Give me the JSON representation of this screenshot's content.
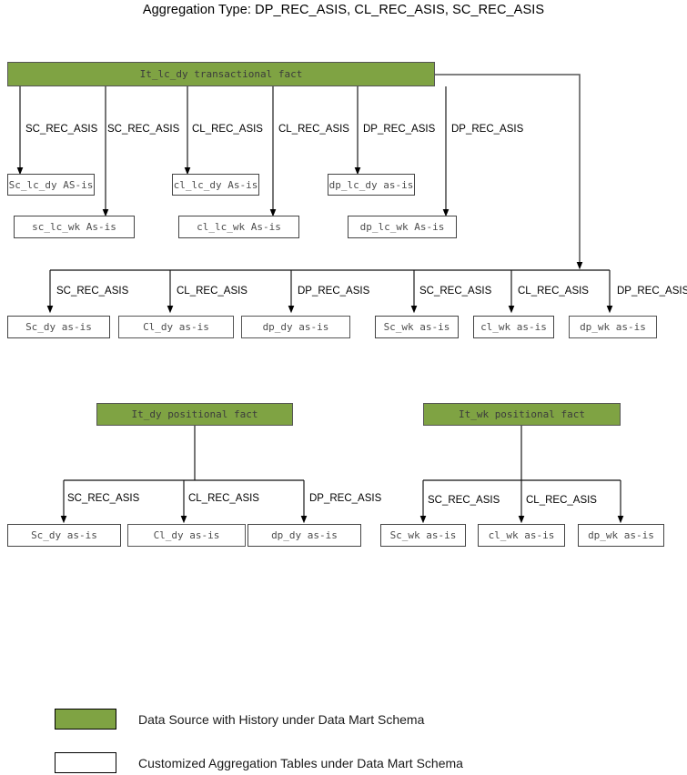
{
  "title": "Aggregation Type: DP_REC_ASIS, CL_REC_ASIS, SC_REC_ASIS",
  "colors": {
    "source_fill": "#7fa343",
    "table_fill": "#ffffff",
    "stroke": "#444444",
    "text": "#4d4d4d",
    "label_text": "#000000"
  },
  "sections": {
    "transactional": {
      "source": {
        "label": "It_lc_dy transactional fact",
        "kind": "source"
      },
      "level1_boxes": [
        {
          "label": "Sc_lc_dy AS-is"
        },
        {
          "label": "sc_lc_wk As-is"
        },
        {
          "label": "cl_lc_dy As-is"
        },
        {
          "label": "cl_lc_wk As-is"
        },
        {
          "label": "dp_lc_dy as-is"
        },
        {
          "label": "dp_lc_wk As-is"
        }
      ],
      "level1_edge_labels": [
        "SC_REC_ASIS",
        "SC_REC_ASIS",
        "CL_REC_ASIS",
        "CL_REC_ASIS",
        "DP_REC_ASIS",
        "DP_REC_ASIS"
      ],
      "level2_edge_labels": [
        "SC_REC_ASIS",
        "CL_REC_ASIS",
        "DP_REC_ASIS",
        "SC_REC_ASIS",
        "CL_REC_ASIS",
        "DP_REC_ASIS"
      ],
      "level2_boxes": [
        {
          "label": "Sc_dy as-is"
        },
        {
          "label": "Cl_dy as-is"
        },
        {
          "label": "dp_dy as-is"
        },
        {
          "label": "Sc_wk as-is"
        },
        {
          "label": "cl_wk as-is"
        },
        {
          "label": "dp_wk as-is"
        }
      ]
    },
    "positional_dy": {
      "source": {
        "label": "It_dy positional fact",
        "kind": "source"
      },
      "edge_labels": [
        "SC_REC_ASIS",
        "CL_REC_ASIS",
        "DP_REC_ASIS"
      ],
      "boxes": [
        {
          "label": "Sc_dy as-is"
        },
        {
          "label": "Cl_dy as-is"
        },
        {
          "label": "dp_dy as-is"
        }
      ]
    },
    "positional_wk": {
      "source": {
        "label": "It_wk positional fact",
        "kind": "source"
      },
      "edge_labels": [
        "SC_REC_ASIS",
        "CL_REC_ASIS"
      ],
      "boxes": [
        {
          "label": "Sc_wk as-is"
        },
        {
          "label": "cl_wk as-is"
        },
        {
          "label": "dp_wk as-is"
        }
      ]
    }
  },
  "legend": [
    {
      "swatch": "green",
      "text": "Data Source with History under Data Mart Schema"
    },
    {
      "swatch": "white",
      "text": "Customized Aggregation Tables under Data Mart Schema"
    }
  ]
}
